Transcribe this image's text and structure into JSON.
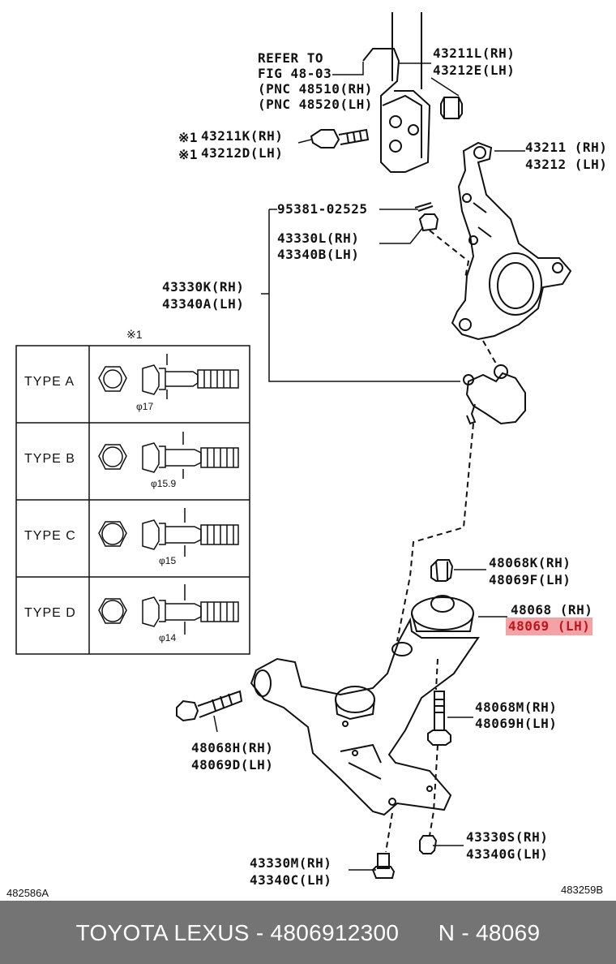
{
  "callouts": {
    "refer": [
      "REFER TO",
      "FIG 48-03",
      "(PNC 48510(RH)",
      "(PNC 48520(LH)"
    ],
    "p43211L": "43211L(RH)",
    "p43212E": "43212E(LH)",
    "p43211K": "43211K(RH)",
    "p43212D": "43212D(LH)",
    "note_mark": "※1",
    "p43211": "43211 (RH)",
    "p43212": "43212 (LH)",
    "p95381": "95381-02525",
    "p43330L": "43330L(RH)",
    "p43340B": "43340B(LH)",
    "p43330K": "43330K(RH)",
    "p43340A": "43340A(LH)",
    "p48068K": "48068K(RH)",
    "p48069F": "48069F(LH)",
    "p48068": "48068 (RH)",
    "p48069": "48069 (LH)",
    "p48068M": "48068M(RH)",
    "p48069H": "48069H(LH)",
    "p48068H": "48068H(RH)",
    "p48069D": "48069D(LH)",
    "p43330S": "43330S(RH)",
    "p43340G": "43340G(LH)",
    "p43330M": "43330M(RH)",
    "p43340C": "43340C(LH)"
  },
  "types_table": {
    "header": "※1",
    "rows": [
      {
        "label": "TYPE  A",
        "diameter": "φ17"
      },
      {
        "label": "TYPE  B",
        "diameter": "φ15.9"
      },
      {
        "label": "TYPE  C",
        "diameter": "φ15"
      },
      {
        "label": "TYPE  D",
        "diameter": "φ14"
      }
    ]
  },
  "corner_codes": {
    "left": "482586A",
    "right": "483259B"
  },
  "highlight": {
    "part": "48069 (LH)",
    "color": "#f3a3a5",
    "text_color": "#c0141c"
  },
  "footer": {
    "text": "TOYOTA LEXUS - 4806912300      N - 48069",
    "background": "#747474"
  }
}
